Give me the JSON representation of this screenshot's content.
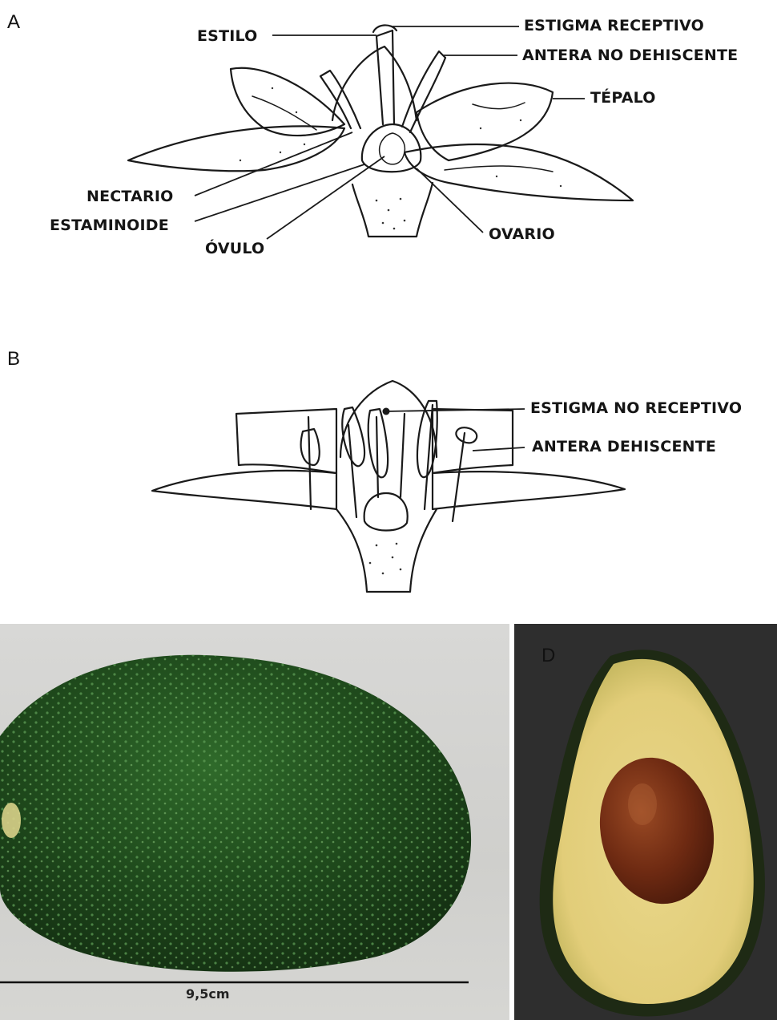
{
  "panels": {
    "a": {
      "letter": "A",
      "labels": {
        "estilo": "ESTILO",
        "estigma_receptivo": "ESTIGMA RECEPTIVO",
        "antera_no_dehiscente": "ANTERA NO DEHISCENTE",
        "tepalo": "TÉPALO",
        "nectario": "NECTARIO",
        "estaminoide": "ESTAMINOIDE",
        "ovulo": "ÓVULO",
        "ovario": "OVARIO"
      }
    },
    "b": {
      "letter": "B",
      "labels": {
        "estigma_no_receptivo": "ESTIGMA NO RECEPTIVO",
        "antera_dehiscente": "ANTERA DEHISCENTE"
      }
    },
    "c": {
      "scale_label": "9,5cm"
    },
    "d": {
      "letter": "D"
    }
  },
  "colors": {
    "avocado_skin": "#1f4a1c",
    "avocado_flesh": "#e8d78a",
    "seed": "#6e2a12",
    "photo_background_c": "#cfcfcc",
    "photo_background_d": "#2e2e2e"
  }
}
